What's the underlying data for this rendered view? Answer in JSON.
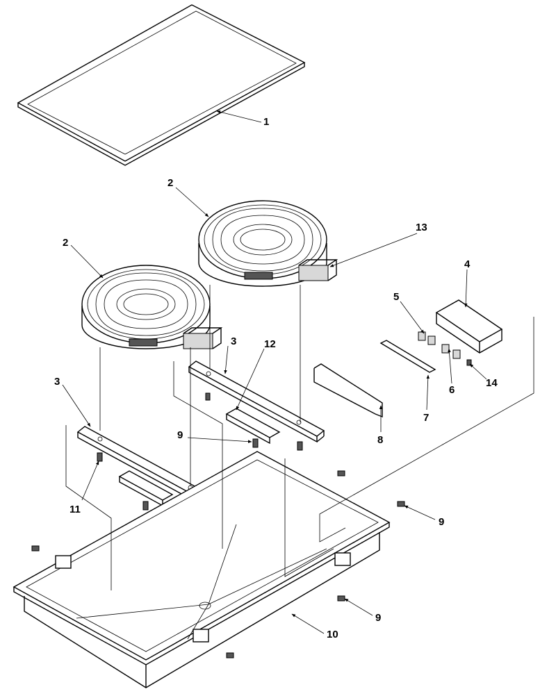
{
  "callouts": {
    "c1": "1",
    "c2a": "2",
    "c2b": "2",
    "c3a": "3",
    "c3b": "3",
    "c4": "4",
    "c5": "5",
    "c6": "6",
    "c7": "7",
    "c8": "8",
    "c9a": "9",
    "c9b": "9",
    "c9c": "9",
    "c10": "10",
    "c11": "11",
    "c12": "12",
    "c13": "13",
    "c14": "14"
  }
}
